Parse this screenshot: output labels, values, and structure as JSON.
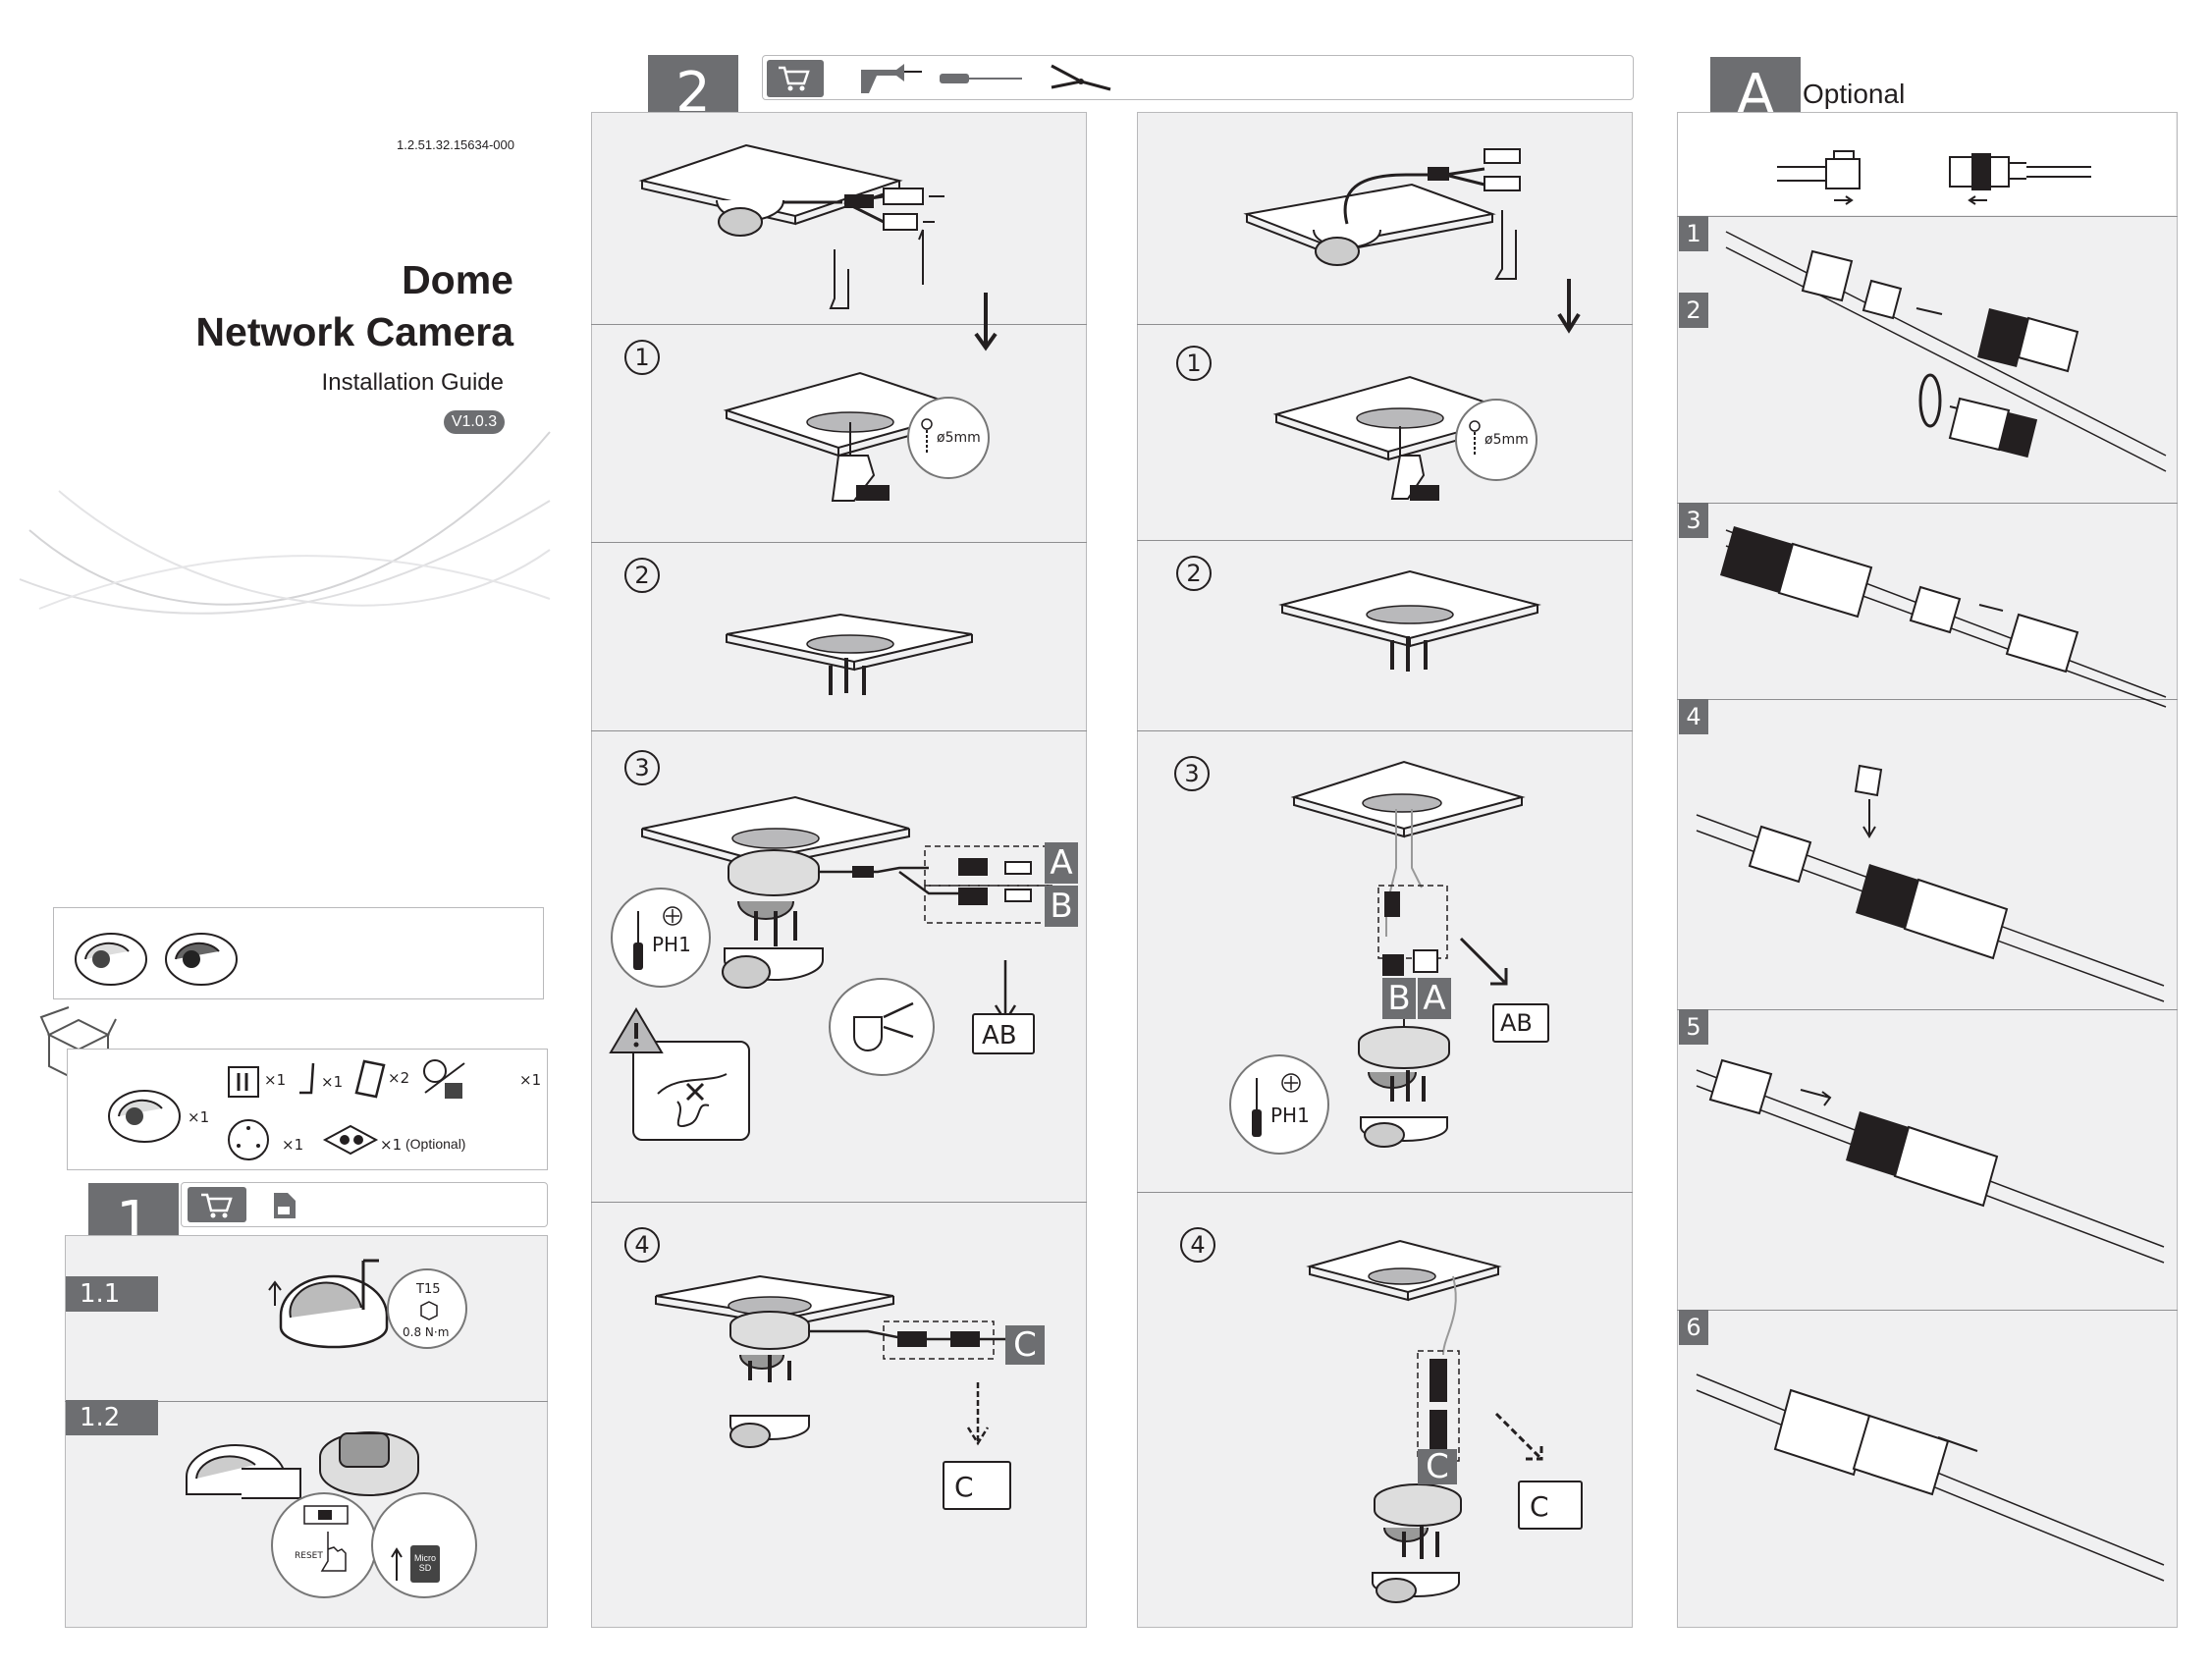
{
  "cover": {
    "doc_code": "1.2.51.32.15634-000",
    "title_line1": "Dome",
    "title_line2": "Network Camera",
    "subtitle": "Installation Guide",
    "version": "V1.0.3"
  },
  "package": {
    "camera_qty": "×1",
    "items": [
      {
        "icon": "screw-bag-icon",
        "qty": "×1"
      },
      {
        "icon": "allen-key-icon",
        "qty": "×1"
      },
      {
        "icon": "document-icon",
        "qty": "×2"
      },
      {
        "icon": "waterproof-cap-icon",
        "qty": "×1"
      },
      {
        "icon": "drill-template-icon",
        "qty": "×1"
      },
      {
        "icon": "connector-icon",
        "qty": "×1",
        "note": "(Optional)"
      }
    ]
  },
  "step1": {
    "number": "1",
    "sub1": "1.1",
    "sub2": "1.2",
    "torque_bit": "T15",
    "torque_value": "0.8 N·m",
    "reset_label": "RESET",
    "sd_label_1": "Micro",
    "sd_label_2": "SD"
  },
  "step2": {
    "number": "2",
    "drill_size_left": "ø5mm",
    "drill_size_right": "ø5mm",
    "screwdriver_left": "PH1",
    "screwdriver_right": "PH1",
    "steps": [
      "1",
      "2",
      "3",
      "4"
    ],
    "tag_a": "A",
    "tag_b": "B",
    "tag_c": "C",
    "book_ab": "AB",
    "book_c": "C"
  },
  "optional": {
    "letter": "A",
    "title": "Optional",
    "steps": [
      "1",
      "2",
      "3",
      "4",
      "5",
      "6"
    ]
  }
}
